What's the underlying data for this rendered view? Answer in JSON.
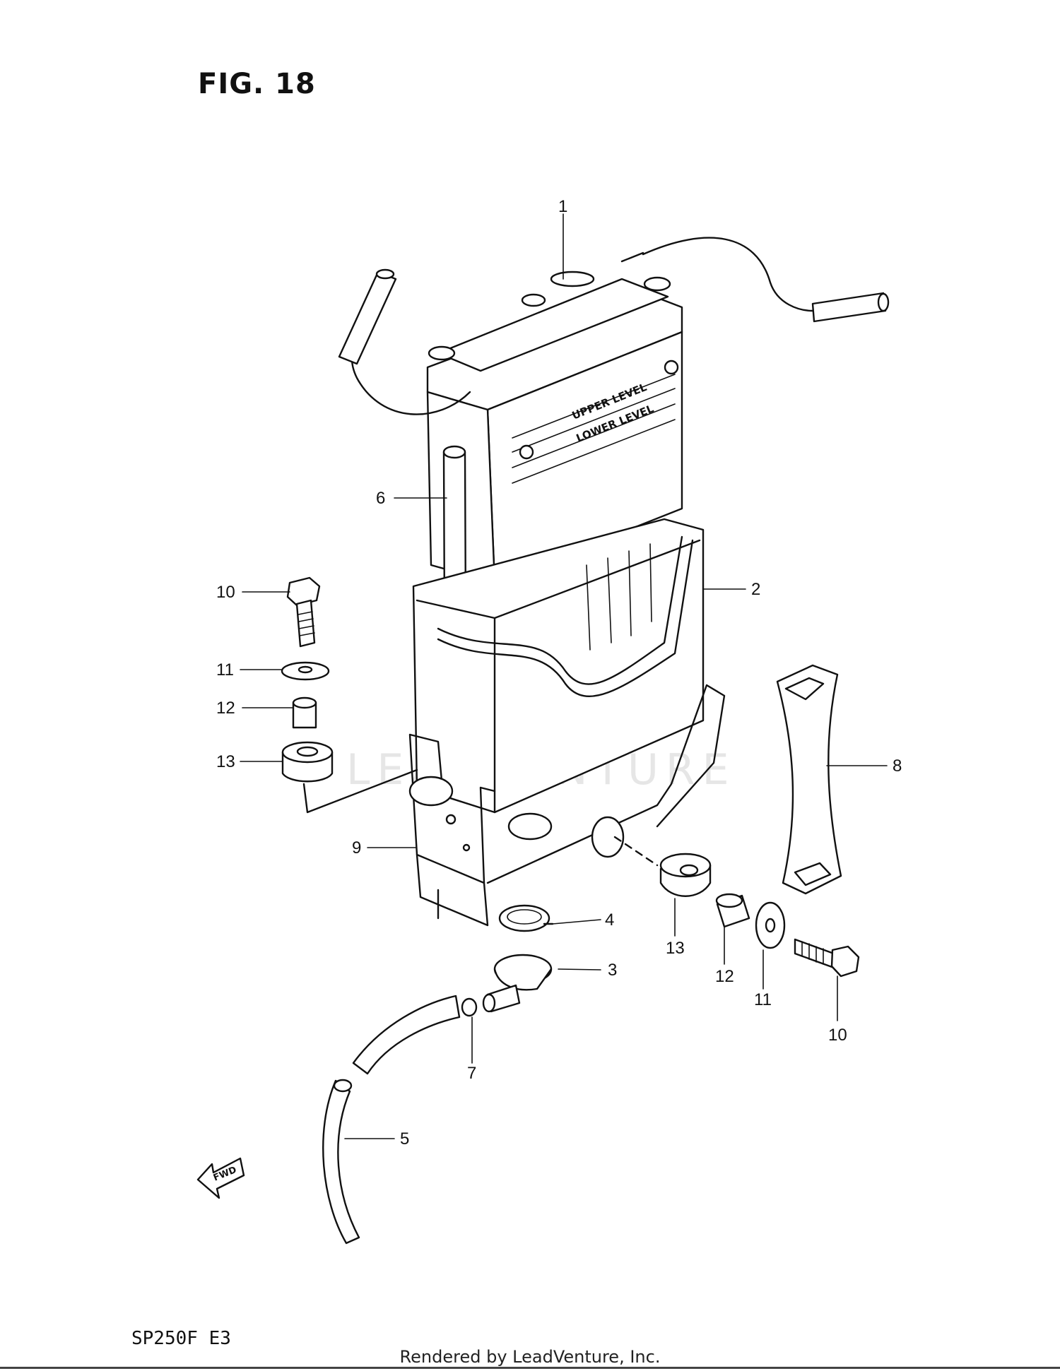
{
  "figure_title": "FIG. 18",
  "model_code": "SP250F  E3",
  "footer": "Rendered by LeadVenture, Inc.",
  "watermark": "LEADVENTURE",
  "battery_labels": {
    "upper": "UPPER LEVEL",
    "lower": "LOWER LEVEL"
  },
  "fwd_label": "FWD",
  "callouts": [
    {
      "id": "c1",
      "label": "1"
    },
    {
      "id": "c2",
      "label": "2"
    },
    {
      "id": "c3",
      "label": "3"
    },
    {
      "id": "c4",
      "label": "4"
    },
    {
      "id": "c5",
      "label": "5"
    },
    {
      "id": "c6",
      "label": "6"
    },
    {
      "id": "c7",
      "label": "7"
    },
    {
      "id": "c8",
      "label": "8"
    },
    {
      "id": "c9",
      "label": "9"
    },
    {
      "id": "c10a",
      "label": "10"
    },
    {
      "id": "c10b",
      "label": "10"
    },
    {
      "id": "c11a",
      "label": "11"
    },
    {
      "id": "c11b",
      "label": "11"
    },
    {
      "id": "c12a",
      "label": "12"
    },
    {
      "id": "c12b",
      "label": "12"
    },
    {
      "id": "c13a",
      "label": "13"
    },
    {
      "id": "c13b",
      "label": "13"
    }
  ]
}
